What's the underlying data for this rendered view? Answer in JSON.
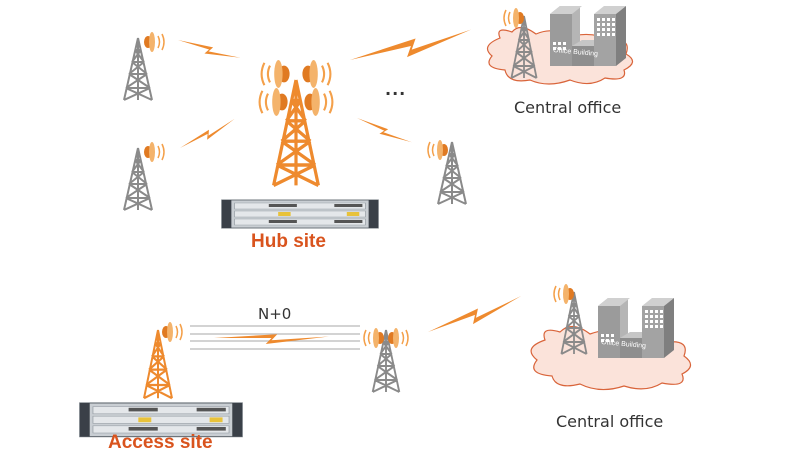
{
  "colors": {
    "accent_orange": "#ee8a2e",
    "tower_gray": "#8a8a8a",
    "label_red": "#d9541e",
    "cloud_fill": "#fbe3da",
    "cloud_stroke": "#d9643a",
    "building_gray": "#9b9b9b"
  },
  "top": {
    "hub_label": "Hub site",
    "central_office_label": "Central office",
    "building_sign": "Office Building",
    "ellipsis": "..."
  },
  "bottom": {
    "access_label": "Access site",
    "link_label": "N+0",
    "central_office_label": "Central office",
    "building_sign": "Office Building"
  }
}
